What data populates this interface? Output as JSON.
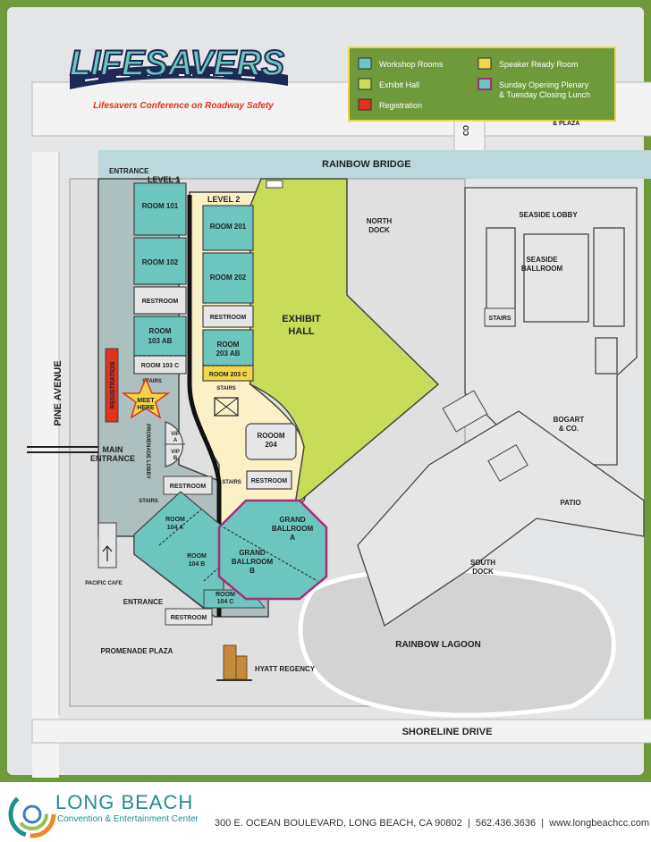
{
  "header": {
    "logo_text": "LIFESAVERS",
    "subtitle": "Lifesavers Conference on Roadway Safety"
  },
  "legend": {
    "items": [
      {
        "label": "Workshop Rooms",
        "color": "#6cc6bd"
      },
      {
        "label": "Exhibit Hall",
        "color": "#c8dc5a"
      },
      {
        "label": "Registration",
        "color": "#e0321e"
      },
      {
        "label": "Speaker Ready Room",
        "color": "#f3d54a"
      },
      {
        "label": "Sunday Opening Plenary\n& Tuesday Closing Lunch",
        "color": "#6cc6bd",
        "border": "#a0307c"
      }
    ]
  },
  "streets": {
    "rainbow_bridge": "RAINBOW BRIDGE",
    "pine_avenue": "PINE AVENUE",
    "shoreline_drive": "SHORELINE DRIVE",
    "plaza_fragment": "& PLAZA",
    "co_fragment": "CO"
  },
  "labels": {
    "entrance_top": "ENTRANCE",
    "level1": "LEVEL 1",
    "level2": "LEVEL 2",
    "room101": "ROOM 101",
    "room102": "ROOM 102",
    "restroom": "RESTROOM",
    "room103ab": [
      "ROOM",
      "103 AB"
    ],
    "room103c": "ROOM 103 C",
    "stairs": "STAIRS",
    "registration": "REGISTRATION",
    "meet_here": [
      "MEET",
      "HERE"
    ],
    "vip_a": [
      "VIP",
      "A"
    ],
    "vip_b": [
      "VIP",
      "B"
    ],
    "promenade_lobby": "PROMENADE LOBBY",
    "main_entrance": [
      "MAIN",
      "ENTRANCE"
    ],
    "room201": "ROOM 201",
    "room202": "ROOM 202",
    "room203ab": [
      "ROOM",
      "203 AB"
    ],
    "room203c": "ROOM 203 C",
    "room204": [
      "ROOOM",
      "204"
    ],
    "exhibit_hall": [
      "EXHIBIT",
      "HALL"
    ],
    "north_dock": [
      "NORTH",
      "DOCK"
    ],
    "seaside_lobby": "SEASIDE LOBBY",
    "seaside_ballroom": [
      "SEASIDE",
      "BALLROOM"
    ],
    "bogart": [
      "BOGART",
      "& CO."
    ],
    "patio": "PATIO",
    "south_dock": [
      "SOUTH",
      "DOCK"
    ],
    "room104a": [
      "ROOM",
      "104 A"
    ],
    "room104b": [
      "ROOM",
      "104 B"
    ],
    "room104c": [
      "ROOM",
      "104 C"
    ],
    "grand_ballroom_a": [
      "GRAND",
      "BALLROOM",
      "A"
    ],
    "grand_ballroom_b": [
      "GRAND",
      "BALLROOM",
      "B"
    ],
    "pacific_cafe": "PACIFIC CAFE",
    "entrance_bottom": "ENTRANCE",
    "promenade_plaza": "PROMENADE PLAZA",
    "hyatt_regency": "HYATT REGENCY",
    "rainbow_lagoon": "RAINBOW LAGOON"
  },
  "footer": {
    "brand_name": "LONG BEACH",
    "brand_sub": "Convention & Entertainment Center",
    "address": "300 E. OCEAN BOULEVARD, LONG BEACH, CA 90802  |  562.436.3636  |  www.longbeachcc.com"
  },
  "colors": {
    "workshop": "#6cc6bd",
    "exhibit": "#c8dc5a",
    "registration": "#e0321e",
    "speaker": "#f3d54a",
    "plenary_border": "#a0307c",
    "frame": "#6f9a3c",
    "building": "#aebfbf",
    "corridor": "#fbf1c6",
    "brand_teal": "#1f8f8c"
  }
}
